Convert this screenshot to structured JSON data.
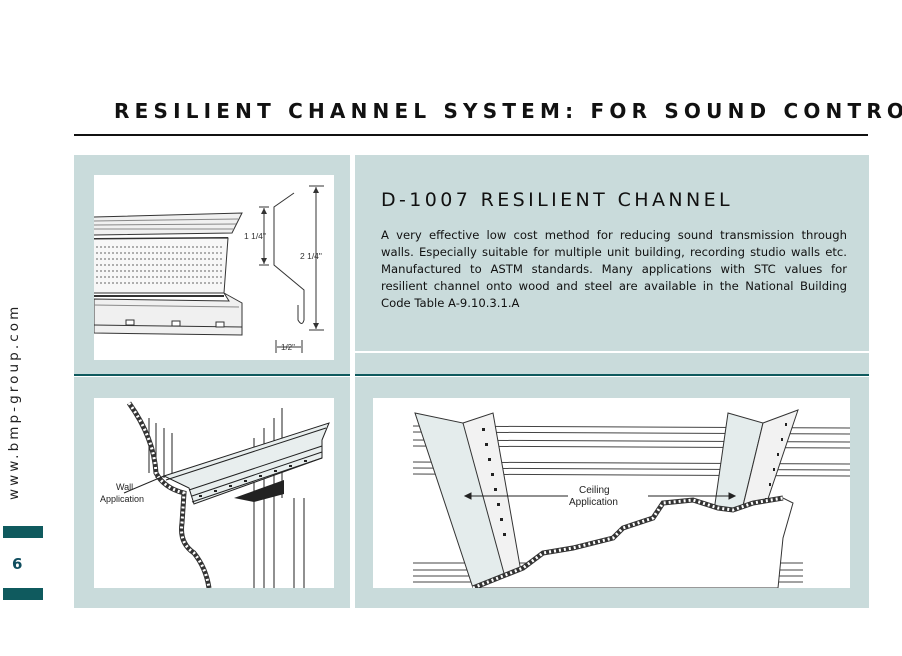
{
  "header": {
    "title": "RESILIENT CHANNEL SYSTEM: FOR SOUND CONTROL"
  },
  "product": {
    "title": "D-1007 RESILIENT CHANNEL",
    "description": "A very effective low cost method for reducing sound transmission through walls. Especially suitable for multiple unit building, recording studio walls etc. Manufactured to ASTM standards. Many applications with STC values for resilient channel onto wood and steel are available in the National Building Code Table A-9.10.3.1.A"
  },
  "profile_diagram": {
    "dim_flange": "1 1/4\"",
    "dim_height": "2 1/4\"",
    "dim_hook": "1/2\""
  },
  "wall_diagram": {
    "label_line1": "Wall",
    "label_line2": "Application"
  },
  "ceiling_diagram": {
    "label_line1": "Ceiling",
    "label_line2": "Application"
  },
  "sidebar": {
    "url": "www.bmp-group.com",
    "page_number": "6"
  },
  "colors": {
    "panel": "#c9dbdb",
    "accent_teal": "#0f5a5e"
  }
}
